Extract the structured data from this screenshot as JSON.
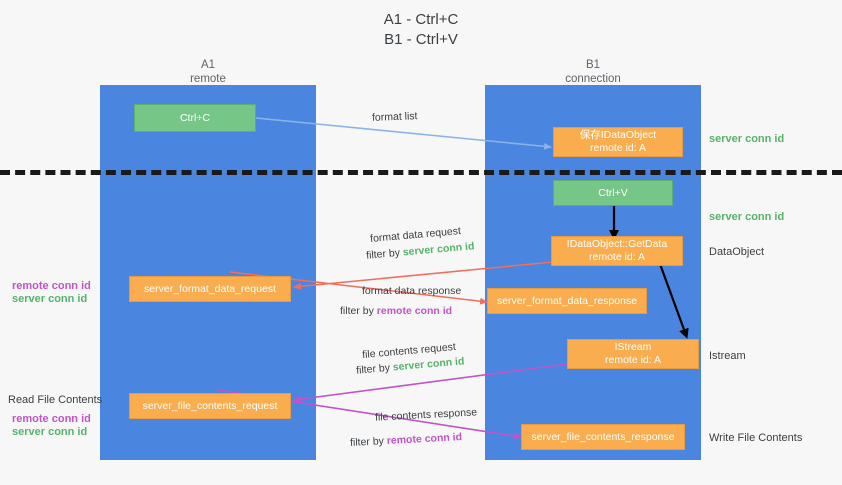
{
  "title": {
    "line1": "A1 - Ctrl+C",
    "line2": "B1 - Ctrl+V"
  },
  "lanes": [
    {
      "name": "A1",
      "sub": "remote"
    },
    {
      "name": "B1",
      "sub": "connection"
    }
  ],
  "colors": {
    "lane": "#4a86e0",
    "green_box": "#76c787",
    "orange_box": "#f9ad4e",
    "server_conn": "#56b36b",
    "remote_conn": "#c054c8",
    "arrow_blue": "#8ab4e8",
    "arrow_red": "#ef6e5e",
    "arrow_magenta": "#c054c8",
    "arrow_black": "#000000",
    "background": "#f7f7f7"
  },
  "nodes": {
    "ctrl_c": {
      "line1": "Ctrl+C"
    },
    "ctrl_v": {
      "line1": "Ctrl+V"
    },
    "save_idataobject": {
      "line1": "保存IDataObject",
      "line2": "remote id: A"
    },
    "getdata": {
      "line1": "IDataObject::GetData",
      "line2": "remote id: A"
    },
    "istream": {
      "line1": "IStream",
      "line2": "remote id: A"
    },
    "server_format_data_request": {
      "line1": "server_format_data_request"
    },
    "server_format_data_response": {
      "line1": "server_format_data_response"
    },
    "server_file_contents_request": {
      "line1": "server_file_contents_request"
    },
    "server_file_contents_response": {
      "line1": "server_file_contents_response"
    }
  },
  "edge_labels": {
    "format_list": "format list",
    "format_data_request": "format data request",
    "format_data_request_filter_prefix": "filter by ",
    "format_data_request_filter_value": "server conn id",
    "format_data_response": "format data response",
    "format_data_response_filter_prefix": "filter by ",
    "format_data_response_filter_value": "remote conn id",
    "file_contents_request": "file contents request",
    "file_contents_request_filter_prefix": "filter by ",
    "file_contents_request_filter_value": "server conn id",
    "file_contents_response": "file contents response",
    "file_contents_response_filter_prefix": "filter by ",
    "file_contents_response_filter_value": "remote conn id"
  },
  "side_labels": {
    "right_server_conn_top": "server conn id",
    "right_server_conn_mid": "server conn id",
    "right_dataobject": "DataObject",
    "right_istream": "Istream",
    "right_write_file_contents": "Write File Contents",
    "left_read_file_contents": "Read File Contents",
    "left_remote_conn_mid": "remote conn id",
    "left_server_conn_mid": "server conn id",
    "left_remote_conn_bottom": "remote conn id",
    "left_server_conn_bottom": "server conn id"
  }
}
